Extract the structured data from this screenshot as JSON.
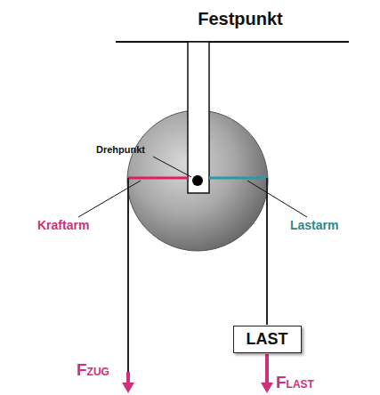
{
  "diagram": {
    "nodes": [
      {
        "text": [
          "LAST"
        ]
      }
    ],
    "labels": [
      "Festpunkt",
      "Drehpunkt",
      "Kraftarm",
      "Lastarm",
      "FZUG",
      "FLAST"
    ]
  }
}
